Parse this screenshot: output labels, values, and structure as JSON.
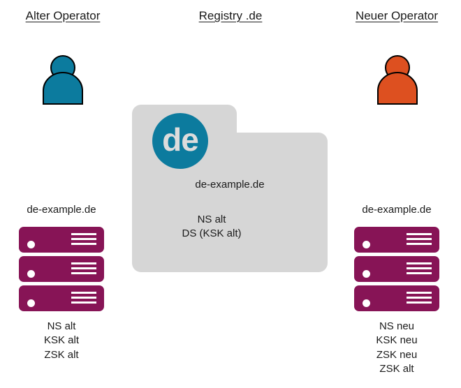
{
  "headings": {
    "left": "Alter Operator",
    "middle": "Registry .de",
    "right": "Neuer Operator"
  },
  "colors": {
    "old_operator": "#0c7b9e",
    "new_operator": "#dd5020",
    "server": "#871456",
    "registry_box": "#d6d6d6",
    "de_logo_bg": "#0c7b9e",
    "de_logo_text": "#dcdcdc",
    "text": "#1a1a1a",
    "background": "#ffffff"
  },
  "registry": {
    "logo_text": "de",
    "domain": "de-example.de",
    "records": "NS alt\nDS (KSK alt)"
  },
  "old_operator": {
    "person_icon": "person-icon",
    "domain": "de-example.de",
    "server_count": 3,
    "records": "NS alt\nKSK alt\nZSK alt"
  },
  "new_operator": {
    "person_icon": "person-icon",
    "domain": "de-example.de",
    "server_count": 3,
    "records": "NS neu\nKSK neu\nZSK neu\nZSK alt"
  }
}
